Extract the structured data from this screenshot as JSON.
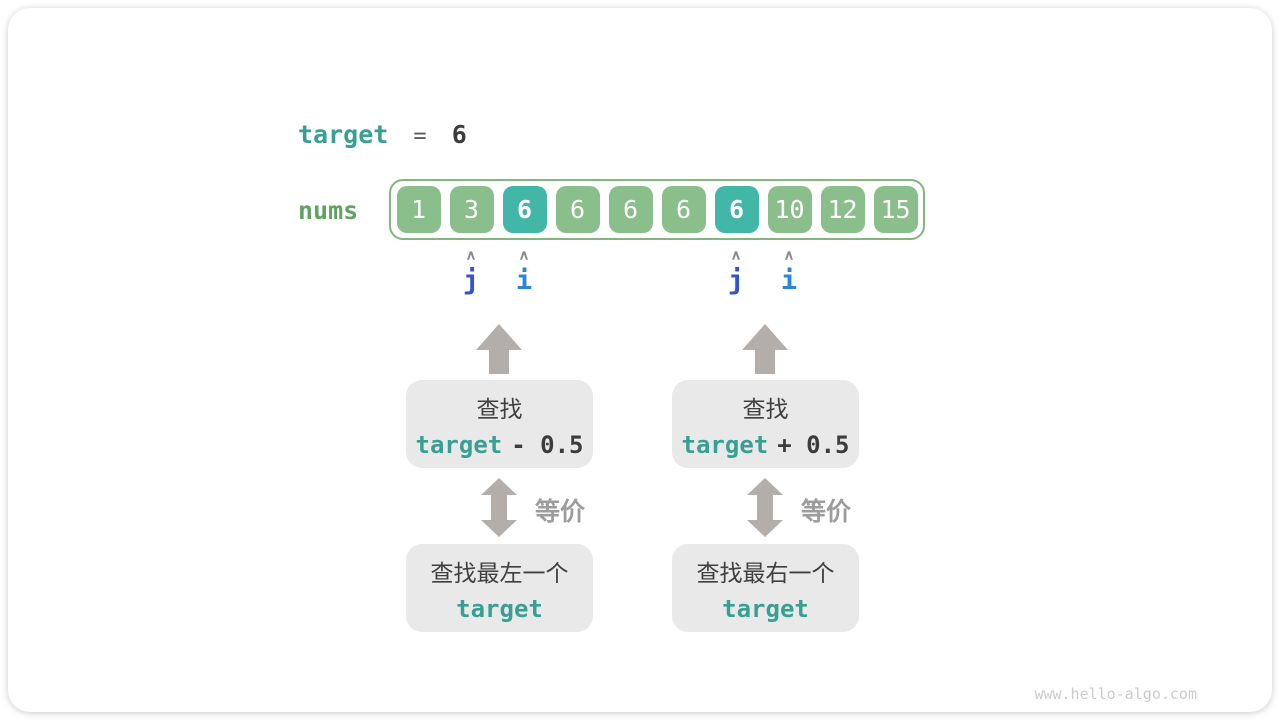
{
  "header": {
    "target_label": "target",
    "equals_sign": "=",
    "target_value": "6"
  },
  "array": {
    "label": "nums",
    "cells": [
      {
        "value": "1",
        "highlight": false
      },
      {
        "value": "3",
        "highlight": false
      },
      {
        "value": "6",
        "highlight": true
      },
      {
        "value": "6",
        "highlight": false
      },
      {
        "value": "6",
        "highlight": false
      },
      {
        "value": "6",
        "highlight": false
      },
      {
        "value": "6",
        "highlight": true
      },
      {
        "value": "10",
        "highlight": false
      },
      {
        "value": "12",
        "highlight": false
      },
      {
        "value": "15",
        "highlight": false
      }
    ]
  },
  "pointers": [
    {
      "name": "j",
      "cell_index": 1
    },
    {
      "name": "i",
      "cell_index": 2
    },
    {
      "name": "j",
      "cell_index": 6
    },
    {
      "name": "i",
      "cell_index": 7
    }
  ],
  "columns": [
    {
      "top_box": {
        "line1": "查找",
        "keyword": "target",
        "op": "- 0.5"
      },
      "equiv_label": "等价",
      "bottom_box": {
        "line1": "查找最左一个",
        "keyword": "target"
      }
    },
    {
      "top_box": {
        "line1": "查找",
        "keyword": "target",
        "op": "+ 0.5"
      },
      "equiv_label": "等价",
      "bottom_box": {
        "line1": "查找最右一个",
        "keyword": "target"
      }
    }
  ],
  "icons": [
    {
      "name": "caret-up-icon",
      "glyph": "∧",
      "color": "#8a8a8a"
    },
    {
      "name": "block-arrow-up-icon",
      "color": "#b4aeab"
    },
    {
      "name": "double-arrow-vertical-icon",
      "color": "#b4aeab"
    }
  ],
  "colors": {
    "cell_green": "#8abe8b",
    "cell_teal": "#42b6a7",
    "array_border_green": "#7fb77f",
    "keyword_teal": "#37a092",
    "nums_green": "#5fa261",
    "pointer_j_blue": "#3453cf",
    "pointer_i_blue": "#2a86d8",
    "box_gray": "#e9e9e9",
    "arrow_gray": "#b4aeab",
    "text_dark": "#3c3c3c"
  },
  "footer": {
    "watermark": "www.hello-algo.com"
  }
}
